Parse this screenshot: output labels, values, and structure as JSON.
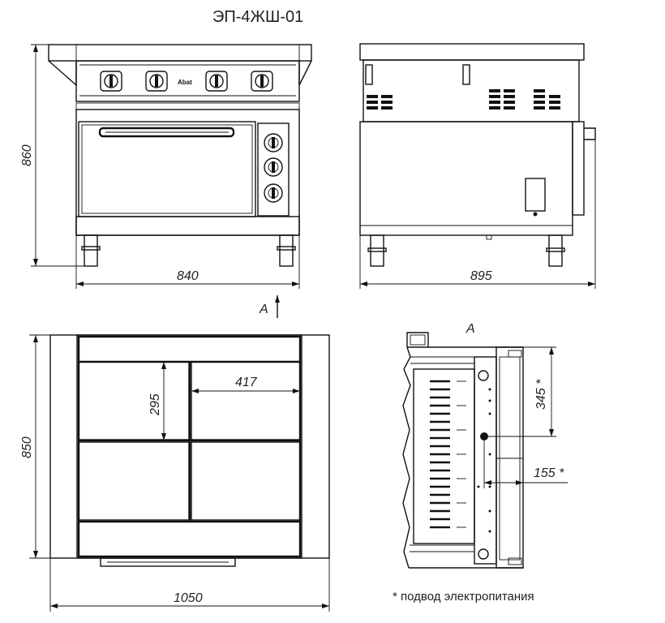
{
  "title": "ЭП-4ЖШ-01",
  "footnote": "* подвод электропитания",
  "dimensions": {
    "front_height": "860",
    "front_width": "840",
    "side_depth": "895",
    "top_depth": "850",
    "top_width": "1050",
    "plate_height": "295",
    "plate_width": "417",
    "conn_height": "345 *",
    "conn_offset": "155 *"
  },
  "view_label": "A",
  "view_label_detail": "A",
  "brand_mark": "Abat"
}
